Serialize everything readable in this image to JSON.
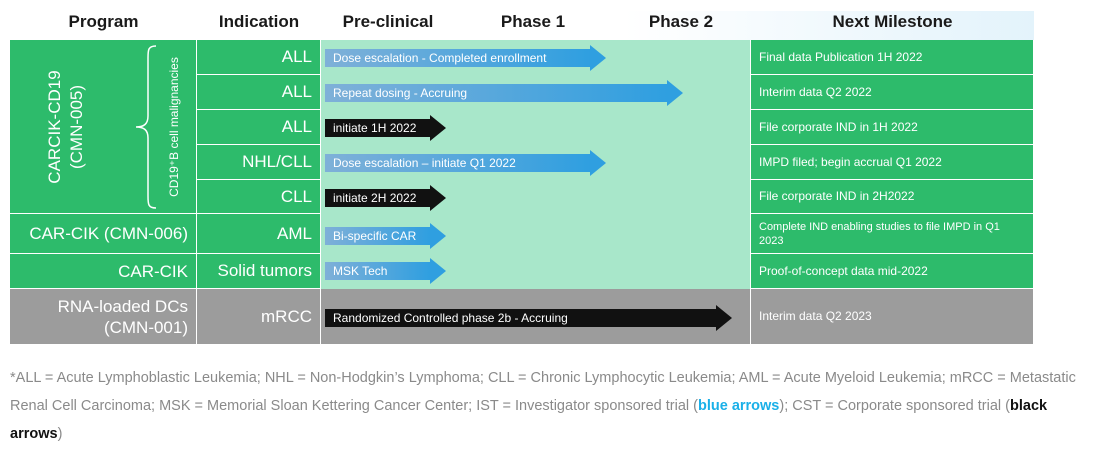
{
  "headers": {
    "program": "Program",
    "indication": "Indication",
    "preclinical": "Pre-clinical",
    "phase1": "Phase 1",
    "phase2": "Phase 2",
    "milestone": "Next Milestone"
  },
  "groups": {
    "carcik_cd19": {
      "line1": "CARCIK-CD19",
      "line2": "(CMN-005)",
      "subgroup": "CD19⁺B cell malignancies"
    },
    "carcik_006": "CAR-CIK (CMN-006)",
    "carcik": "CAR-CIK",
    "rna_dcs": {
      "line1": "RNA-loaded DCs",
      "line2": "(CMN-001)"
    }
  },
  "rows": [
    {
      "indication": "ALL",
      "arrow": "Dose escalation - Completed enrollment",
      "arrow_type": "blue",
      "milestone": "Final data Publication 1H 2022"
    },
    {
      "indication": "ALL",
      "arrow": "Repeat dosing - Accruing",
      "arrow_type": "blue",
      "milestone": "Interim data Q2 2022"
    },
    {
      "indication": "ALL",
      "arrow": "initiate 1H 2022",
      "arrow_type": "black",
      "milestone": "File corporate IND in 1H 2022"
    },
    {
      "indication": "NHL/CLL",
      "arrow": "Dose escalation – initiate Q1 2022",
      "arrow_type": "blue",
      "milestone": "IMPD filed; begin accrual Q1 2022"
    },
    {
      "indication": "CLL",
      "arrow": "initiate 2H 2022",
      "arrow_type": "black",
      "milestone": "File corporate IND in 2H2022"
    },
    {
      "indication": "AML",
      "arrow": "Bi-specific CAR",
      "arrow_type": "blue",
      "milestone": "Complete IND enabling studies to file IMPD in  Q1 2023"
    },
    {
      "indication": "Solid tumors",
      "arrow": "MSK Tech",
      "arrow_type": "blue",
      "milestone": "Proof-of-concept data mid-2022"
    },
    {
      "indication": "mRCC",
      "arrow": "Randomized Controlled phase 2b - Accruing",
      "arrow_type": "black",
      "milestone": "Interim data Q2 2023"
    }
  ],
  "footnote": {
    "part1": "*ALL = Acute Lymphoblastic Leukemia; NHL = Non-Hodgkin’s Lymphoma; CLL = Chronic Lymphocytic Leukemia; AML = Acute Myeloid Leukemia; mRCC = Metastatic Renal Cell Carcinoma; MSK = Memorial Sloan Kettering Cancer Center; IST = Investigator sponsored trial (",
    "blue_arrows": "blue arrows",
    "part2": "); CST = Corporate sponsored trial (",
    "black_arrows": "black arrows",
    "part3": ")"
  },
  "colors": {
    "green": "#2dbb6b",
    "light_green": "#a8e7ca",
    "gray": "#9c9c9c",
    "blue_arrow": "#2f9fe0",
    "black_arrow": "#111111"
  }
}
